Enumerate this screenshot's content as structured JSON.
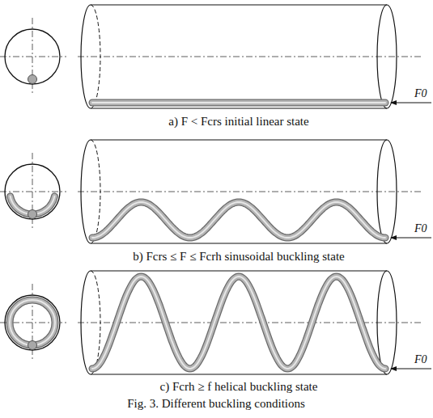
{
  "diagram": {
    "caption": "Fig. 3. Different buckling conditions",
    "labels": [
      "F0",
      "a) F < Fcrs initial linear state",
      "F0",
      "b) Fcrs ≤ F ≤ Fcrh sinusoidal buckling state",
      "F0",
      "c) Fcrh ≥ f helical buckling state"
    ]
  }
}
